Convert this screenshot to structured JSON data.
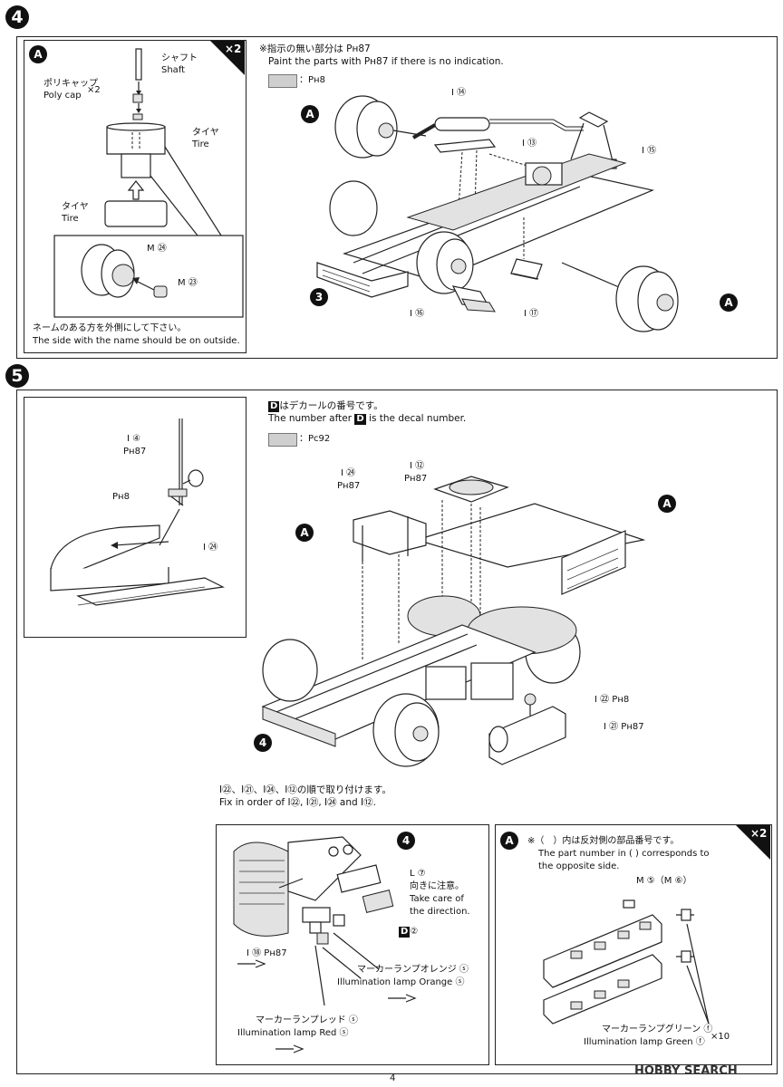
{
  "step4": {
    "number": "4",
    "inset_a": {
      "badge": "A",
      "multiplier": "×2",
      "shaft_jp": "シャフト",
      "shaft_en": "Shaft",
      "polycap_jp": "ポリキャップ",
      "polycap_en": "Poly cap",
      "polycap_qty": "×2",
      "tire_upper_jp": "タイヤ",
      "tire_upper_en": "Tire",
      "tire_lower_jp": "タイヤ",
      "tire_lower_en": "Tire",
      "part_m24": "M ㉔",
      "part_m23": "M ㉓",
      "note_jp": "ネームのある方を外側にして下さい。",
      "note_en": "The side with the name should be on outside."
    },
    "paint_note_jp": "※指示の無い部分は Pʜ87",
    "paint_note_en": "Paint the parts with Pʜ87 if there is no indication.",
    "swatch_label": "：Pʜ8",
    "labels": {
      "a_left": "A",
      "a_right": "A",
      "ref3": "3",
      "i14": "I ⑭",
      "i13": "I ⑬",
      "i15": "I ⑮",
      "i16": "I ⑯",
      "i17": "I ⑰"
    }
  },
  "step5": {
    "number": "5",
    "detail_box": {
      "i4": "I ④",
      "i4_paint": "Pʜ87",
      "paint8": "Pʜ8",
      "i24": "I ㉔"
    },
    "decal_note_jp": "はデカールの番号です。",
    "decal_note_en_pre": "The number after",
    "decal_note_en_post": "is the decal number.",
    "decal_letter": "D",
    "swatch_label": "：Pc92",
    "labels": {
      "i24": "I ㉔",
      "i24_paint": "Pʜ87",
      "i12": "I ⑫",
      "i12_paint": "Pʜ87",
      "a_left": "A",
      "a_right": "A",
      "ref4": "4",
      "i22": "I ㉒  Pʜ8",
      "i21": "I ㉑  Pʜ87"
    },
    "order_jp": "I㉒、I㉑、I㉔、I⑫の順で取り付けます。",
    "order_en": "Fix in order of  I㉒, I㉑, I㉔ and I⑫.",
    "lamp_box": {
      "ref4": "4",
      "l7": "L ⑦",
      "dir_jp": "向きに注意。",
      "dir_en1": "Take care of",
      "dir_en2": "the direction.",
      "decal2": "②",
      "i18": "I ⑱  Pʜ87",
      "orange_jp": "マーカーランプオレンジ ⓢ",
      "orange_en": "Illumination lamp Orange ⓢ",
      "red_jp": "マーカーランプレッド ⓢ",
      "red_en": "Illumination lamp Red ⓢ"
    },
    "inset_a": {
      "badge": "A",
      "multiplier": "×2",
      "note_jp": "※（　）内は反対側の部品番号です。",
      "note_en1": "The part number in (    ) corresponds to",
      "note_en2": "the opposite side.",
      "m5": "M ⑤（M ⑥）",
      "green_jp": "マーカーランプグリーン ⓕ",
      "green_en": "Illumination lamp Green ⓕ",
      "green_qty": "×10"
    }
  },
  "page_number": "4",
  "watermark": "HOBBY SEARCH"
}
